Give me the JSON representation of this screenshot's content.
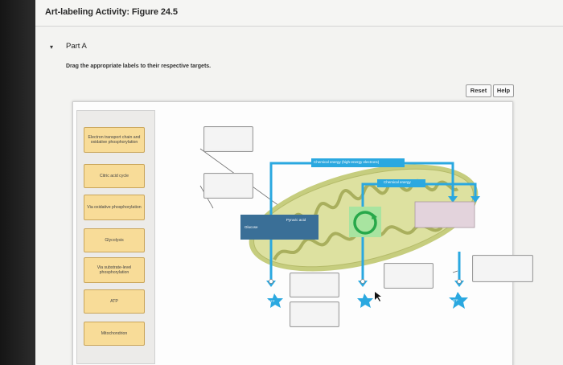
{
  "header": {
    "title": "Art-labeling Activity: Figure 24.5"
  },
  "part": {
    "toggle": "▾",
    "label": "Part A"
  },
  "instructions": "Drag the appropriate labels to their respective targets.",
  "buttons": {
    "reset": "Reset",
    "help": "Help"
  },
  "labels": [
    "Electron transport chain and oxidative phosphorylation",
    "Citric acid cycle",
    "Via oxidative phosphorylation",
    "Glycolysis",
    "Via substrate-level phosphorylation",
    "ATP",
    "Mitochondrion"
  ],
  "diagram": {
    "chem_energy_high": "Chemical energy (high-energy electrons)",
    "chem_energy": "Chemical energy",
    "glucose": "Glucose",
    "pyruvic_acid": "Pyruvic acid",
    "atp": "ATP"
  },
  "colors": {
    "accent_blue": "#2aa8e0",
    "label_fill": "#f8dc98",
    "mito_fill": "#d8dd9a",
    "cycle_green": "#27a84a",
    "glycolysis_box": "#3a6f97"
  }
}
